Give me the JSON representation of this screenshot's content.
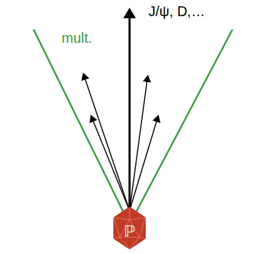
{
  "diagram": {
    "nodes": [
      {
        "text": [
          "ℙ"
        ]
      }
    ],
    "labels": [
      "J/ψ, D,…",
      "mult."
    ]
  }
}
